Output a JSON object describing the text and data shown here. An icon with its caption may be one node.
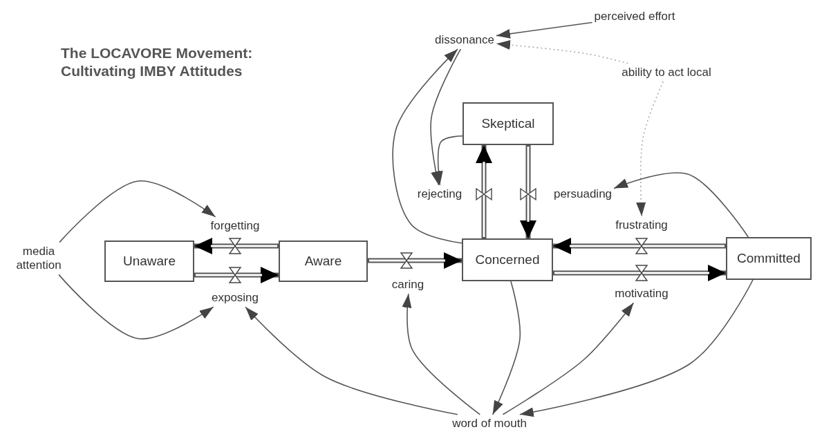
{
  "diagram": {
    "title": "The LOCAVORE Movement: Cultivating IMBY Attitudes",
    "nodes": [
      {
        "text": [
          "Unaware"
        ]
      },
      {
        "text": [
          "Aware"
        ]
      },
      {
        "text": [
          "Concerned"
        ]
      },
      {
        "text": [
          "Committed"
        ]
      },
      {
        "text": [
          "Skeptical"
        ]
      },
      {
        "text": [
          "media attention"
        ]
      },
      {
        "text": [
          "forgetting"
        ]
      },
      {
        "text": [
          "exposing"
        ]
      },
      {
        "text": [
          "caring"
        ]
      },
      {
        "text": [
          "rejecting"
        ]
      },
      {
        "text": [
          "persuading"
        ]
      },
      {
        "text": [
          "frustrating"
        ]
      },
      {
        "text": [
          "motivating"
        ]
      },
      {
        "text": [
          "dissonance"
        ]
      },
      {
        "text": [
          "perceived effort"
        ]
      },
      {
        "text": [
          "ability to act local"
        ]
      },
      {
        "text": [
          "word of mouth"
        ]
      }
    ],
    "edges": [
      {
        "from": 1,
        "to": 0,
        "arrow": "to",
        "style": "thick"
      },
      {
        "from": 0,
        "to": 1,
        "arrow": "to",
        "style": "thick"
      },
      {
        "from": 1,
        "to": 2,
        "arrow": "to",
        "style": "thick"
      },
      {
        "from": 2,
        "to": 4,
        "arrow": "to",
        "style": "thick"
      },
      {
        "from": 4,
        "to": 2,
        "arrow": "to",
        "style": "thick"
      },
      {
        "from": 3,
        "to": 2,
        "arrow": "to",
        "style": "thick"
      },
      {
        "from": 2,
        "to": 3,
        "arrow": "to",
        "style": "thick"
      },
      {
        "from": 5,
        "to": 6,
        "arrow": "to"
      },
      {
        "from": 5,
        "to": 7,
        "arrow": "to"
      },
      {
        "from": 16,
        "to": 7,
        "arrow": "to"
      },
      {
        "from": 16,
        "to": 8,
        "arrow": "to"
      },
      {
        "from": 16,
        "to": 12,
        "arrow": "to"
      },
      {
        "from": 2,
        "to": 16,
        "arrow": "to"
      },
      {
        "from": 3,
        "to": 16,
        "arrow": "to"
      },
      {
        "from": 2,
        "to": 13,
        "arrow": "to"
      },
      {
        "from": 13,
        "to": 9,
        "arrow": "to"
      },
      {
        "from": 4,
        "to": 9,
        "arrow": "to"
      },
      {
        "from": 14,
        "to": 13,
        "arrow": "to"
      },
      {
        "from": 15,
        "to": 13,
        "arrow": "to",
        "style": "dashed",
        "color": "#aaaaaa"
      },
      {
        "from": 15,
        "to": 11,
        "arrow": "to",
        "style": "dashed",
        "color": "#aaaaaa"
      },
      {
        "from": 3,
        "to": 10,
        "arrow": "to"
      }
    ]
  }
}
